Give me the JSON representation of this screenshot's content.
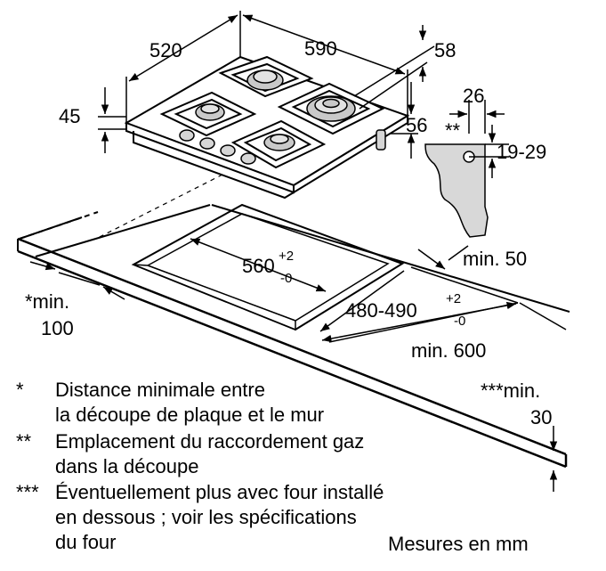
{
  "dimensions": {
    "width_520": "520",
    "width_590": "590",
    "depth_58": "58",
    "height_45": "45",
    "offset_26": "26",
    "offset_56": "56",
    "range_19_29": "19-29",
    "gas_marker": "**",
    "wall_min_50": "min. 50",
    "cutout_width": "560",
    "cutout_width_tol_plus": "+2",
    "cutout_width_tol_minus": "-0",
    "cutout_depth": "480-490",
    "cutout_depth_tol_plus": "+2",
    "cutout_depth_tol_minus": "-0",
    "worktop_min_600": "min. 600",
    "side_min_label": "*min.",
    "side_min_value": "100",
    "front_min_label": "***min.",
    "front_min_value": "30"
  },
  "notes": [
    {
      "marker": "*",
      "lines": [
        "Distance minimale entre",
        "la découpe de plaque et le mur"
      ]
    },
    {
      "marker": "**",
      "lines": [
        "Emplacement du raccordement gaz",
        "dans la découpe"
      ]
    },
    {
      "marker": "***",
      "lines": [
        "Éventuellement plus avec four installé",
        "en dessous ; voir les spécifications",
        "du four"
      ]
    }
  ],
  "units_note": "Mesures en mm"
}
